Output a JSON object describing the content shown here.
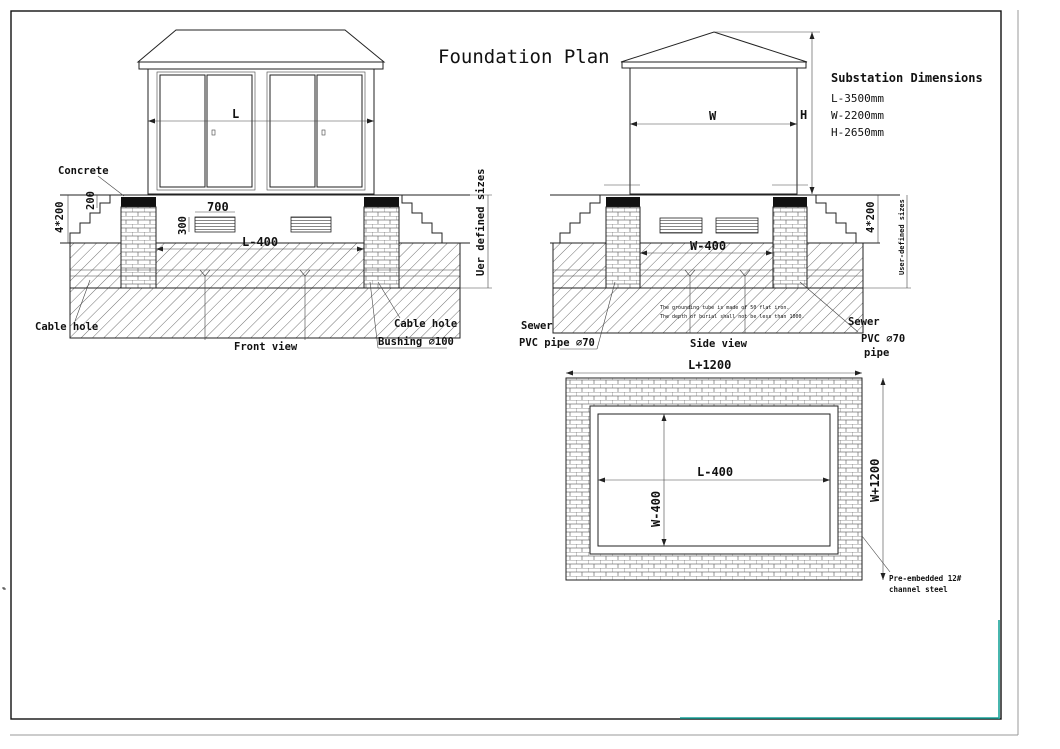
{
  "title": "Foundation Plan",
  "dimensions_block": {
    "heading": "Substation Dimensions",
    "lines": [
      "L-3500mm",
      "W-2200mm",
      "H-2650mm"
    ]
  },
  "front_view": {
    "caption": "Front view",
    "width_symbol": "L",
    "concrete": "Concrete",
    "dim_200": "200",
    "dim_4x200": "4*200",
    "dim_700": "700",
    "dim_300": "300",
    "dim_l400": "L-400",
    "user_sizes": "Uer defined sizes",
    "cable_hole_left": "Cable hole",
    "cable_hole_right": "Cable hole",
    "bushing": "Bushing ⌀100"
  },
  "side_view": {
    "caption": "Side view",
    "width_symbol": "W",
    "height_symbol": "H",
    "dim_4x200": "4*200",
    "dim_w400": "W-400",
    "user_sizes": "User-defined sizes",
    "sewer_left": "Sewer",
    "pvc_left": "PVC pipe ⌀70",
    "sewer_right": "Sewer",
    "pvc_right": "PVC  ⌀70",
    "pipe_right": "pipe",
    "note_line1": "The grounding tube is made of 50 flat iron.",
    "note_line2": "The depth of burial shall not be less than 1000."
  },
  "plan_view": {
    "dim_top": "L+1200",
    "dim_right": "W+1200",
    "dim_inner_l": "L-400",
    "dim_inner_w": "W-400",
    "note_line1": "Pre-embedded 12#",
    "note_line2": "channel steel"
  },
  "margin_mark": "#"
}
